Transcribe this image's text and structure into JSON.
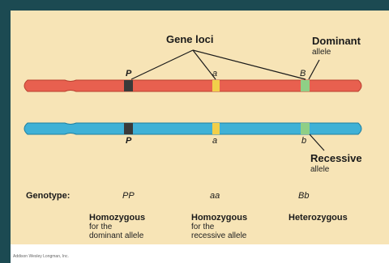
{
  "labels": {
    "gene_loci": "Gene loci",
    "dominant": "Dominant",
    "dominant_sub": "allele",
    "recessive": "Recessive",
    "recessive_sub": "allele",
    "genotype": "Genotype:"
  },
  "top_chromosome": {
    "color": "#e8604f",
    "loci": [
      "P",
      "a",
      "B"
    ]
  },
  "bottom_chromosome": {
    "color": "#3fb1d6",
    "loci": [
      "P",
      "a",
      "b"
    ]
  },
  "band_colors": {
    "P": "#3a3a3a",
    "a": "#f2cf4a",
    "B": "#8fcf86"
  },
  "genotypes": [
    {
      "code": "PP",
      "title": "Homozygous",
      "desc1": "for the",
      "desc2": "dominant allele"
    },
    {
      "code": "aa",
      "title": "Homozygous",
      "desc1": "for the",
      "desc2": "recessive allele"
    },
    {
      "code": "Bb",
      "title": "Heterozygous",
      "desc1": "",
      "desc2": ""
    }
  ],
  "credit": "Addison Wesley Longman, Inc."
}
